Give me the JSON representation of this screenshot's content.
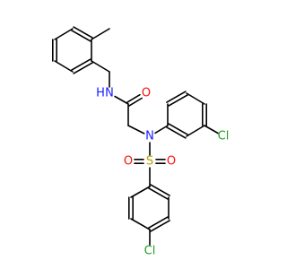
{
  "molecule": {
    "atoms": [
      {
        "name": "methyl-carbon",
        "text": ""
      },
      {
        "name": "toluene-c1",
        "text": ""
      },
      {
        "name": "toluene-c2",
        "text": ""
      },
      {
        "name": "toluene-c3",
        "text": ""
      },
      {
        "name": "toluene-c4",
        "text": ""
      },
      {
        "name": "toluene-c5",
        "text": ""
      },
      {
        "name": "toluene-c6",
        "text": ""
      },
      {
        "name": "benzyl-ch2",
        "text": ""
      },
      {
        "name": "amide-nitrogen",
        "text": "N",
        "h": "H",
        "color": "#1a1aff"
      },
      {
        "name": "carbonyl-carbon",
        "text": ""
      },
      {
        "name": "carbonyl-oxygen",
        "text": "O",
        "color": "#ff0d0d"
      },
      {
        "name": "glycine-ch2",
        "text": ""
      },
      {
        "name": "sulfonamide-nitrogen",
        "text": "N",
        "color": "#1a1aff"
      },
      {
        "name": "chlorophenyl-c1",
        "text": ""
      },
      {
        "name": "chlorophenyl-c2",
        "text": ""
      },
      {
        "name": "chlorophenyl-c3",
        "text": ""
      },
      {
        "name": "chlorophenyl-c4",
        "text": ""
      },
      {
        "name": "chlorophenyl-c5",
        "text": ""
      },
      {
        "name": "chlorophenyl-c6",
        "text": ""
      },
      {
        "name": "meta-chlorine",
        "text": "Cl",
        "color": "#1fa01f"
      },
      {
        "name": "sulfur",
        "text": "S",
        "color": "#b8a000"
      },
      {
        "name": "sulfonyl-oxygen-left",
        "text": "O",
        "color": "#ff0d0d"
      },
      {
        "name": "sulfonyl-oxygen-right",
        "text": "O",
        "color": "#ff0d0d"
      },
      {
        "name": "sulfonylphenyl-c1",
        "text": ""
      },
      {
        "name": "sulfonylphenyl-c2",
        "text": ""
      },
      {
        "name": "sulfonylphenyl-c3",
        "text": ""
      },
      {
        "name": "sulfonylphenyl-c4",
        "text": ""
      },
      {
        "name": "sulfonylphenyl-c5",
        "text": ""
      },
      {
        "name": "sulfonylphenyl-c6",
        "text": ""
      },
      {
        "name": "para-chlorine",
        "text": "Cl",
        "color": "#1fa01f"
      }
    ],
    "bonds": [
      {
        "a": 0,
        "b": 1,
        "order": 1
      },
      {
        "a": 1,
        "b": 2,
        "order": 2
      },
      {
        "a": 2,
        "b": 3,
        "order": 1
      },
      {
        "a": 3,
        "b": 4,
        "order": 2
      },
      {
        "a": 4,
        "b": 5,
        "order": 1
      },
      {
        "a": 5,
        "b": 6,
        "order": 2
      },
      {
        "a": 6,
        "b": 1,
        "order": 1
      },
      {
        "a": 6,
        "b": 7,
        "order": 1
      },
      {
        "a": 7,
        "b": 8,
        "order": 1
      },
      {
        "a": 8,
        "b": 9,
        "order": 1
      },
      {
        "a": 9,
        "b": 10,
        "order": 2
      },
      {
        "a": 9,
        "b": 11,
        "order": 1
      },
      {
        "a": 11,
        "b": 12,
        "order": 1
      },
      {
        "a": 12,
        "b": 13,
        "order": 1
      },
      {
        "a": 13,
        "b": 14,
        "order": 2
      },
      {
        "a": 14,
        "b": 15,
        "order": 1
      },
      {
        "a": 15,
        "b": 16,
        "order": 2
      },
      {
        "a": 16,
        "b": 17,
        "order": 1
      },
      {
        "a": 17,
        "b": 18,
        "order": 2
      },
      {
        "a": 18,
        "b": 13,
        "order": 1
      },
      {
        "a": 15,
        "b": 19,
        "order": 1
      },
      {
        "a": 12,
        "b": 20,
        "order": 1
      },
      {
        "a": 20,
        "b": 21,
        "order": 2
      },
      {
        "a": 20,
        "b": 22,
        "order": 2
      },
      {
        "a": 20,
        "b": 23,
        "order": 1
      },
      {
        "a": 23,
        "b": 24,
        "order": 2
      },
      {
        "a": 24,
        "b": 25,
        "order": 1
      },
      {
        "a": 25,
        "b": 26,
        "order": 2
      },
      {
        "a": 26,
        "b": 27,
        "order": 1
      },
      {
        "a": 27,
        "b": 28,
        "order": 2
      },
      {
        "a": 28,
        "b": 23,
        "order": 1
      },
      {
        "a": 26,
        "b": 29,
        "order": 1
      }
    ]
  }
}
